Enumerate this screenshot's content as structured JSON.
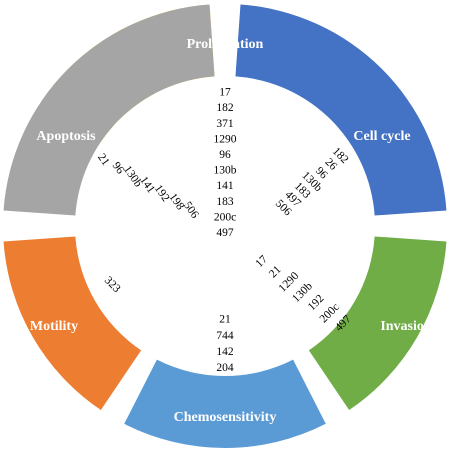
{
  "segments": {
    "proliferation": {
      "label": "Proliferation",
      "color": "#FFC000"
    },
    "cell_cycle": {
      "label": "Cell cycle",
      "color": "#4472C4"
    },
    "invasion": {
      "label": "Invasion",
      "color": "#70AD47"
    },
    "chemosensitivity": {
      "label": "Chemosensitivity",
      "color": "#5B9BD5"
    },
    "motility": {
      "label": "Motility",
      "color": "#ED7D31"
    },
    "apoptosis": {
      "label": "Apoptosis",
      "color": "#A5A5A5"
    }
  },
  "lists": {
    "proliferation": [
      "17",
      "182",
      "371",
      "1290",
      "96",
      "130b",
      "141",
      "183",
      "200c",
      "497"
    ],
    "cell_cycle": [
      "182",
      "26",
      "96",
      "130b",
      "183",
      "497",
      "506"
    ],
    "invasion": [
      "17",
      "21",
      "1290",
      "130b",
      "192",
      "200c",
      "497"
    ],
    "chemosensitivity": [
      "21",
      "744",
      "142",
      "204"
    ],
    "motility": [
      "323"
    ],
    "apoptosis": [
      "21",
      "96",
      "130b",
      "141",
      "192",
      "198",
      "506"
    ]
  }
}
